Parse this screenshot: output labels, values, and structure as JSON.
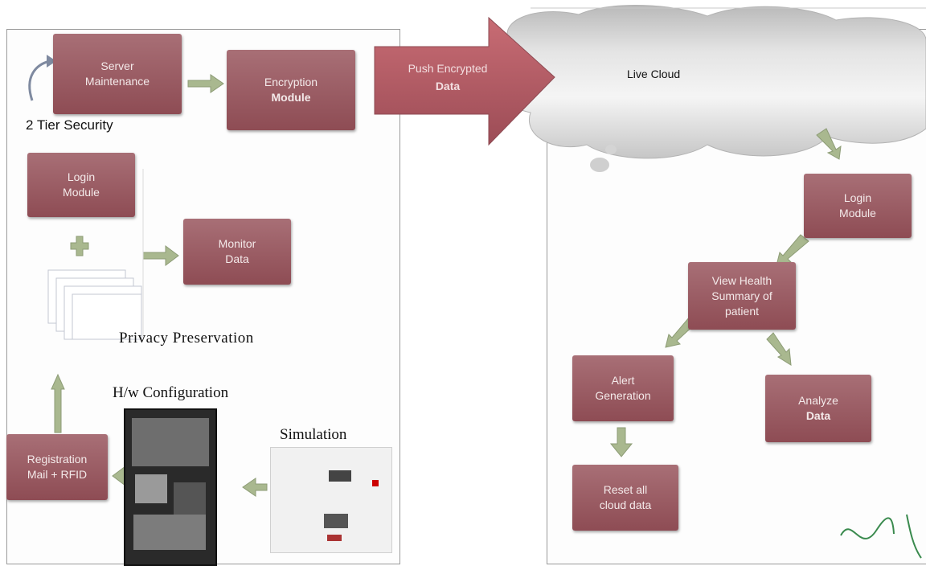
{
  "left_panel": {
    "server_maintenance": [
      "Server",
      "Maintenance"
    ],
    "encryption_module": [
      "Encryption",
      "Module"
    ],
    "security_label": "2 Tier Security",
    "login_module": [
      "Login",
      "Module"
    ],
    "monitor_data": [
      "Monitor",
      "Data"
    ],
    "privacy_label": "Privacy Preservation",
    "hw_config_label": "H/w Configuration",
    "simulation_label": "Simulation",
    "registration": [
      "Registration",
      "Mail + RFID"
    ]
  },
  "push_arrow": [
    "Push Encrypted",
    "Data"
  ],
  "cloud": {
    "label": "Live Cloud"
  },
  "right_panel": {
    "login_module": [
      "Login",
      "Module"
    ],
    "view_health": [
      "View Health",
      "Summary of",
      "patient"
    ],
    "alert_generation": [
      "Alert",
      "Generation"
    ],
    "analyze_data": [
      "Analyze",
      "Data"
    ],
    "reset_data": [
      "Reset all",
      "cloud data"
    ]
  },
  "colors": {
    "box": "#9c5c64",
    "arrow": "#a7b78f",
    "cloud": "#c9c9c9"
  }
}
